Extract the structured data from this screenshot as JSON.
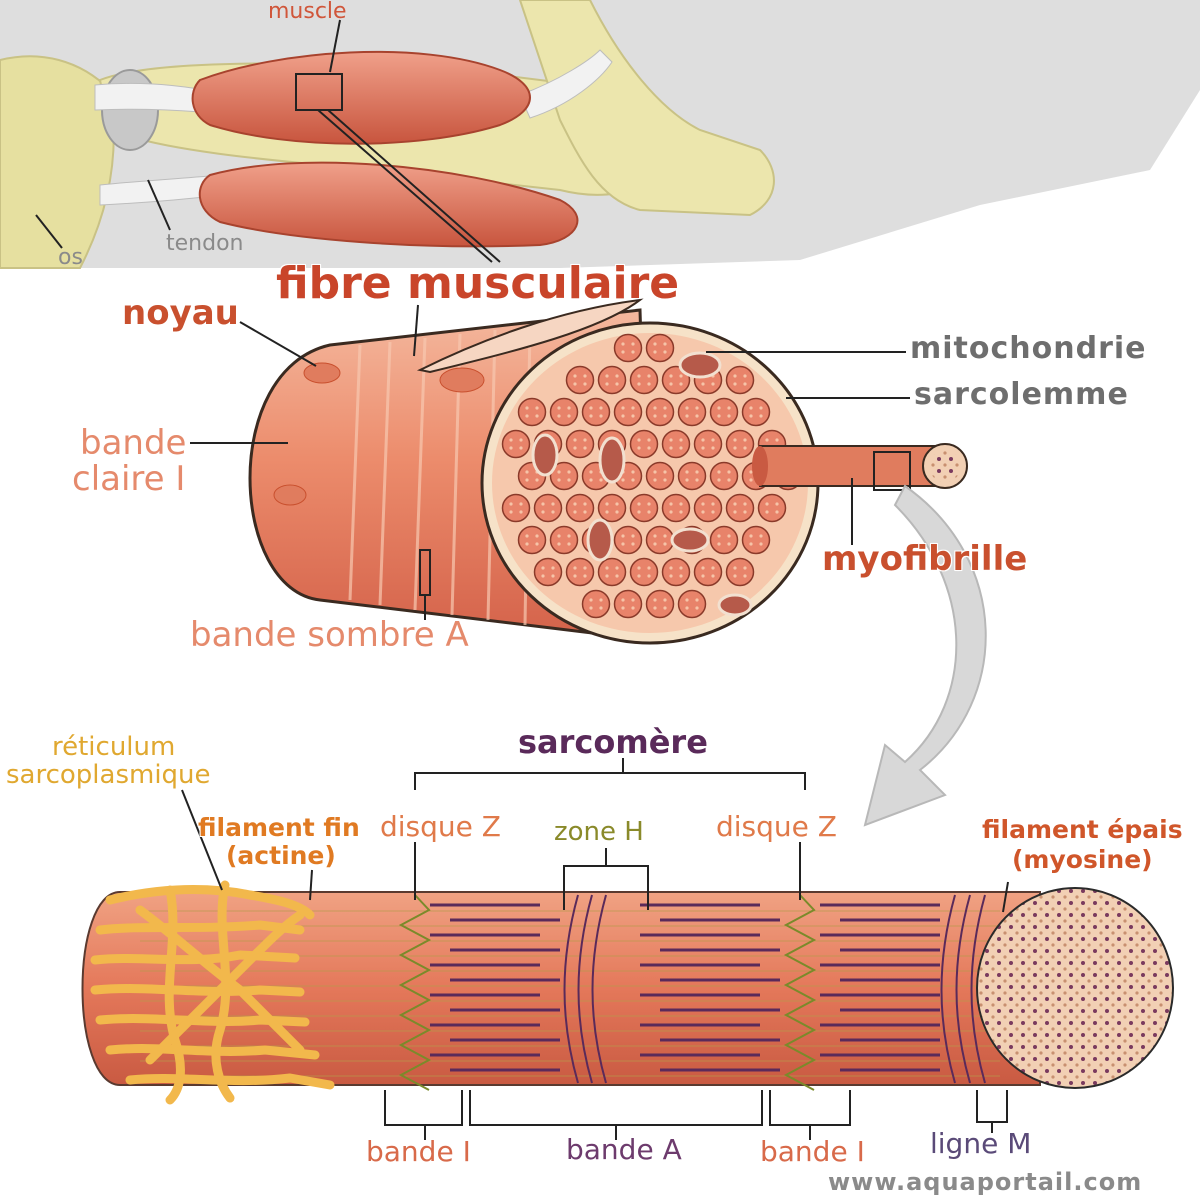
{
  "labels": {
    "muscle": "muscle",
    "os": "os",
    "tendon": "tendon",
    "fibre": "fibre musculaire",
    "noyau": "noyau",
    "mitochondrie": "mitochondrie",
    "sarcolemme": "sarcolemme",
    "bande_claire_1": "bande",
    "bande_claire_2": "claire I",
    "myofibrille": "myofibrille",
    "bande_sombre": "bande sombre A",
    "reticulum_1": "réticulum",
    "reticulum_2": "sarcoplasmique",
    "sarcomere": "sarcomère",
    "filament_fin_1": "filament fin",
    "filament_fin_2": "(actine)",
    "disque_z_left": "disque Z",
    "disque_z_right": "disque Z",
    "zone_h": "zone H",
    "filament_epais_1": "filament épais",
    "filament_epais_2": "(myosine)",
    "bande_i_left": "bande I",
    "bande_a": "bande A",
    "bande_i_right": "bande I",
    "ligne_m": "ligne M",
    "watermark": "www.aquaportail.com"
  },
  "colors": {
    "muscle": "#e4785a",
    "muscle_dark": "#c9502e",
    "bone": "#e9e3a8",
    "tendon": "#e8e8e8",
    "reticulum": "#f5c257",
    "myosin": "#5a2a5a"
  }
}
